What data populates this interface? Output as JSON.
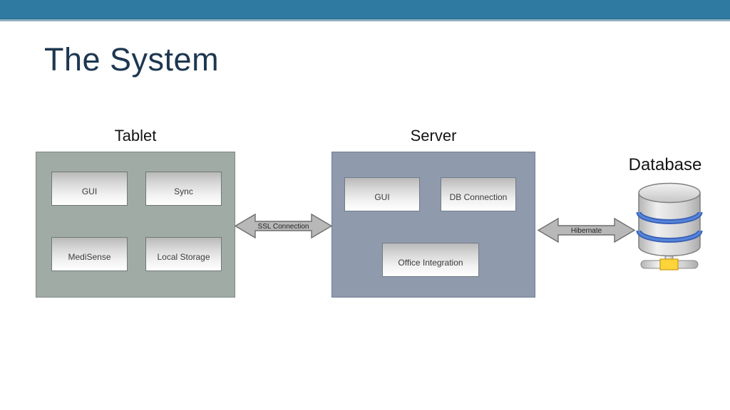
{
  "slide": {
    "title": "The System"
  },
  "colors": {
    "header_bar": "#2e7aa1",
    "header_accent": "#8fafc1",
    "title_text": "#1d3750",
    "tablet_fill": "#a1aba6",
    "server_fill": "#8f9aad",
    "arrow_fill": "#b8b8b8",
    "database_band_blue": "#4472c4",
    "database_connector_yellow": "#ffd43a"
  },
  "diagram": {
    "tablet": {
      "label": "Tablet",
      "children": [
        {
          "label": "GUI"
        },
        {
          "label": "Sync"
        },
        {
          "label": "MediSense"
        },
        {
          "label": "Local Storage"
        }
      ]
    },
    "server": {
      "label": "Server",
      "children": [
        {
          "label": "GUI"
        },
        {
          "label": "DB Connection"
        },
        {
          "label": "Office Integration"
        }
      ]
    },
    "database": {
      "label": "Database"
    },
    "connections": [
      {
        "from": "Tablet",
        "to": "Server",
        "label": "SSL Connection"
      },
      {
        "from": "Server",
        "to": "Database",
        "label": "Hibernate"
      }
    ]
  }
}
